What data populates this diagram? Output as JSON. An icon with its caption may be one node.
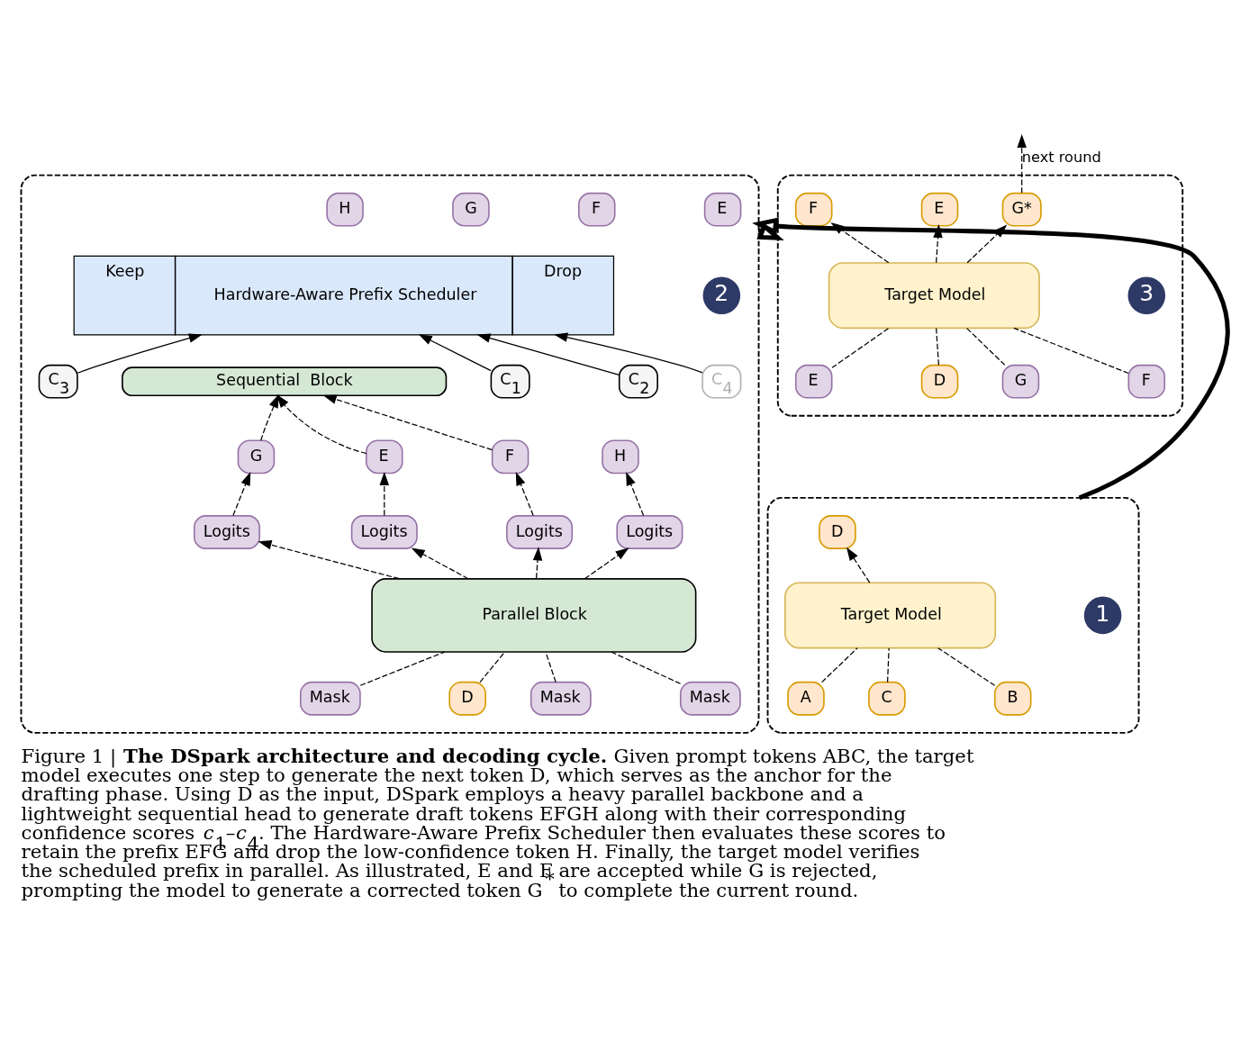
{
  "diagram": {
    "caption": "Figure 1 | **The DSpark architecture and decoding cycle.** Given prompt tokens ABC, the target model executes one step to generate the next token D, which serves as the anchor for the drafting phase. Using D as the input, DSpark employs a heavy parallel backbone and a lightweight sequential head to generate draft tokens EFGH along with their corresponding confidence scores *c*$_{1}$–*c*$_{4}$. The Hardware-Aware Prefix Scheduler then evaluates these scores to retain the prefix EFG and drop the low-confidence token H. Finally, the target model verifies the scheduled prefix in parallel. As illustrated, E and F are accepted while G is rejected, prompting the model to generate a corrected token G$^{*}$ to complete the current round.",
    "nodes": [
      {
        "text": [],
        "shape": "box"
      },
      {
        "text": [
          "3"
        ],
        "in": 0
      },
      {
        "text": [
          "E"
        ],
        "in": 0
      },
      {
        "text": [
          "F"
        ],
        "in": 0
      },
      {
        "text": [
          "G*"
        ],
        "in": 0
      },
      {
        "text": [
          "Target Model"
        ],
        "in": 0
      },
      {
        "text": [
          "D"
        ],
        "in": 0
      },
      {
        "text": [
          "E"
        ],
        "in": 0
      },
      {
        "text": [
          "F"
        ],
        "in": 0
      },
      {
        "text": [
          "G"
        ],
        "in": 0
      },
      {
        "text": [],
        "shape": "box"
      },
      {
        "text": [
          "1"
        ],
        "in": 10
      },
      {
        "text": [
          "D"
        ],
        "in": 10
      },
      {
        "text": [
          "Target Model"
        ],
        "in": 10
      },
      {
        "text": [
          "A"
        ],
        "in": 10
      },
      {
        "text": [
          "B"
        ],
        "in": 10
      },
      {
        "text": [
          "C"
        ],
        "in": 10
      },
      {
        "text": [],
        "shape": "box"
      },
      {
        "text": [
          "E"
        ],
        "in": 17
      },
      {
        "text": [
          "F"
        ],
        "in": 17
      },
      {
        "text": [
          "G"
        ],
        "in": 17
      },
      {
        "text": [
          "H"
        ],
        "in": 17
      },
      {
        "text": [
          "Keep",
          "Hardware-Aware Prefix Scheduler",
          "Drop"
        ],
        "in": 17
      },
      {
        "text": [
          "C$_{1}$"
        ],
        "in": 17
      },
      {
        "text": [
          "C$_{2}$"
        ],
        "in": 17
      },
      {
        "text": [
          "C$_{3}$"
        ],
        "in": 17
      },
      {
        "text": [
          "C$_{4}$"
        ],
        "in": 17
      },
      {
        "text": [
          "E"
        ],
        "in": 17
      },
      {
        "text": [
          "F"
        ],
        "in": 17
      },
      {
        "text": [
          "G"
        ],
        "in": 17
      },
      {
        "text": [
          "H"
        ],
        "in": 17
      },
      {
        "text": [
          "2"
        ],
        "in": 17
      },
      {
        "text": [
          "Sequential  Block"
        ],
        "in": 17
      },
      {
        "text": [
          "Logits"
        ],
        "in": 17
      },
      {
        "text": [
          "Logits"
        ],
        "in": 17
      },
      {
        "text": [
          "Logits"
        ],
        "in": 17
      },
      {
        "text": [
          "Logits"
        ],
        "in": 17
      },
      {
        "text": [
          "Parallel Block"
        ],
        "in": 17
      },
      {
        "text": [
          "D"
        ],
        "in": 17
      },
      {
        "text": [
          "Mask"
        ],
        "in": 17
      },
      {
        "text": [
          "Mask"
        ],
        "in": 17
      },
      {
        "text": [
          "Mask"
        ],
        "in": 17
      }
    ],
    "edges": [
      {
        "from": 5,
        "to": 2,
        "arrow": "to",
        "style": "dashed"
      },
      {
        "from": 5,
        "to": 3,
        "arrow": "to",
        "style": "dashed"
      },
      {
        "from": 5,
        "to": 4,
        "arrow": "to",
        "style": "dashed"
      },
      {
        "from": 4,
        "to": null,
        "arrow": "to",
        "style": "dashed",
        "label": "next round"
      },
      {
        "from": 6,
        "to": 5,
        "arrow": "none",
        "style": "dashed"
      },
      {
        "from": 7,
        "to": 5,
        "arrow": "none",
        "style": "dashed"
      },
      {
        "from": 8,
        "to": 5,
        "arrow": "none",
        "style": "dashed"
      },
      {
        "from": 9,
        "to": 5,
        "arrow": "none",
        "style": "dashed"
      },
      {
        "from": 13,
        "to": 12,
        "arrow": "to",
        "style": "dashed"
      },
      {
        "from": 14,
        "to": 13,
        "arrow": "none",
        "style": "dashed"
      },
      {
        "from": 15,
        "to": 13,
        "arrow": "none",
        "style": "dashed"
      },
      {
        "from": 16,
        "to": 13,
        "arrow": "none",
        "style": "dashed"
      },
      {
        "from": 38,
        "to": 37,
        "arrow": "none",
        "style": "dashed"
      },
      {
        "from": 39,
        "to": 37,
        "arrow": "none",
        "style": "dashed"
      },
      {
        "from": 40,
        "to": 37,
        "arrow": "none",
        "style": "dashed"
      },
      {
        "from": 41,
        "to": 37,
        "arrow": "none",
        "style": "dashed"
      },
      {
        "from": 37,
        "to": 33,
        "arrow": "to",
        "style": "dashed"
      },
      {
        "from": 37,
        "to": 34,
        "arrow": "to",
        "style": "dashed"
      },
      {
        "from": 37,
        "to": 35,
        "arrow": "to",
        "style": "dashed"
      },
      {
        "from": 37,
        "to": 36,
        "arrow": "to",
        "style": "dashed"
      },
      {
        "from": 33,
        "to": 27,
        "arrow": "to",
        "style": "dashed"
      },
      {
        "from": 34,
        "to": 28,
        "arrow": "to",
        "style": "dashed"
      },
      {
        "from": 35,
        "to": 29,
        "arrow": "to",
        "style": "dashed"
      },
      {
        "from": 36,
        "to": 30,
        "arrow": "to",
        "style": "dashed"
      },
      {
        "from": 27,
        "to": 32,
        "arrow": "to",
        "style": "dashed"
      },
      {
        "from": 28,
        "to": 32,
        "arrow": "to",
        "style": "dashed"
      },
      {
        "from": 29,
        "to": 32,
        "arrow": "to",
        "style": "dashed"
      },
      {
        "from": 23,
        "to": 22,
        "arrow": "to"
      },
      {
        "from": 24,
        "to": 22,
        "arrow": "to"
      },
      {
        "from": 25,
        "to": 22,
        "arrow": "to"
      },
      {
        "from": 26,
        "to": 22,
        "arrow": "to"
      },
      {
        "from": 10,
        "to": 17,
        "arrow": "to",
        "style": "thick"
      },
      {
        "from": 17,
        "to": 0,
        "arrow": "to",
        "style": "thick"
      }
    ]
  }
}
